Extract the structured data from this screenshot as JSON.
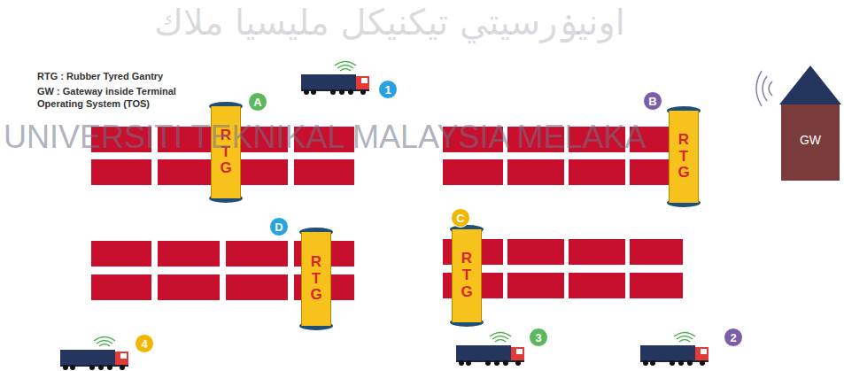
{
  "diagram": {
    "nodes": [
      {
        "text": [
          "RTG"
        ]
      },
      {
        "text": [
          "RTG"
        ]
      },
      {
        "text": [
          "GW"
        ]
      },
      {
        "text": [
          "RTG"
        ]
      },
      {
        "text": [
          "RTG"
        ]
      }
    ],
    "labels": [
      "اونيۏرسيتي تيكنيكل مليسيا ملاك",
      "RTG : Rubber Tyred Gantry",
      "GW : Gateway inside Terminal Operating System (TOS)",
      "1",
      "A",
      "B",
      "UNIVERSITI TEKNIKAL MALAYSIA MELAKA",
      "D",
      "C",
      "4",
      "3",
      "2"
    ]
  }
}
